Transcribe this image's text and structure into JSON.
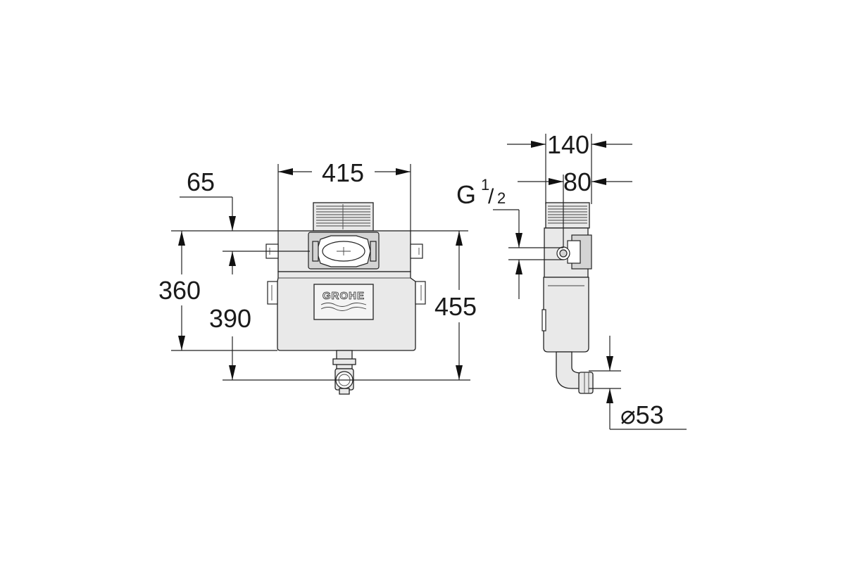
{
  "front_view": {
    "dim_width": "415",
    "dim_offset": "65",
    "dim_height_inner": "360",
    "dim_height_outlet": "390",
    "dim_height_total": "455",
    "logo_text": "GROHE"
  },
  "side_view": {
    "dim_depth": "140",
    "dim_depth_inner": "80",
    "thread_prefix": "G",
    "thread_num": "1",
    "thread_den": "2",
    "dim_outlet_diameter": "⌀53"
  }
}
